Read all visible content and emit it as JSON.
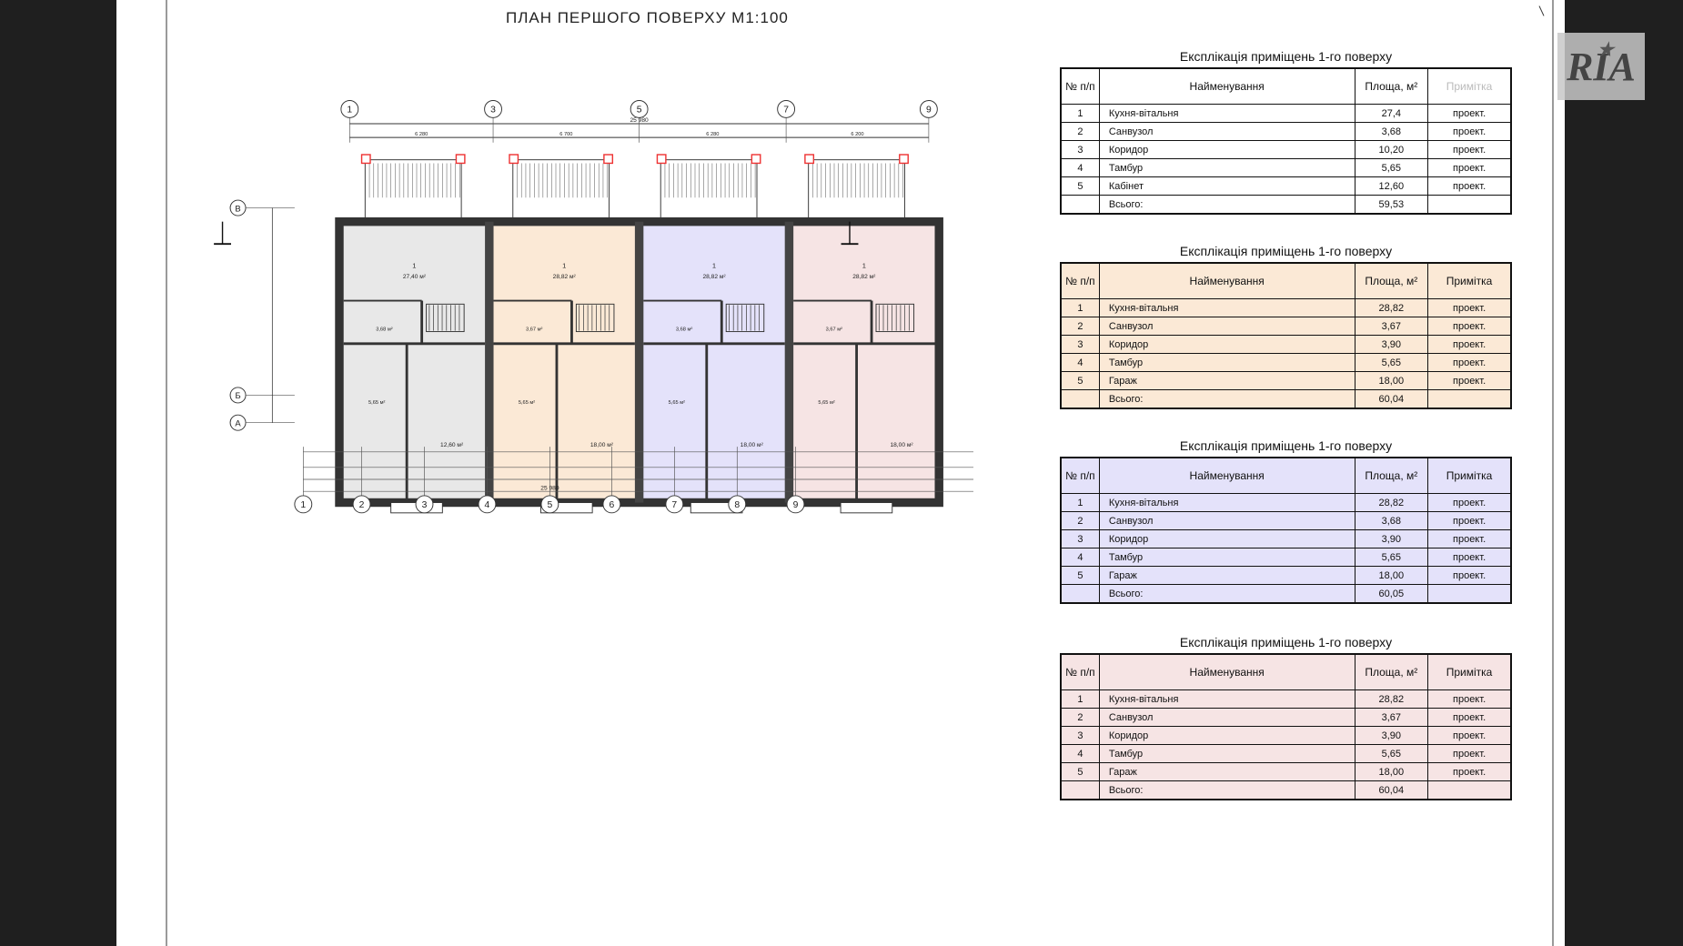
{
  "plan": {
    "title": "ПЛАН ПЕРШОГО ПОВЕРХУ  М1:100",
    "axes_top": [
      "1",
      "3",
      "5",
      "7",
      "9"
    ],
    "axes_bottom": [
      "1",
      "2",
      "3",
      "4",
      "5",
      "6",
      "7",
      "8",
      "9"
    ],
    "axes_side": [
      "В",
      "Б",
      "А"
    ],
    "overall_dim": "25 980",
    "top_dims": [
      "6 280",
      "6 700",
      "6 280",
      "6 200"
    ],
    "units": [
      {
        "color": "#e8e8e8",
        "main_room": "1",
        "main_area": "27,40 м²",
        "garage_area": "12,60 м²",
        "tambur_area": "5,65 м²",
        "wc_area": "3,68 м²"
      },
      {
        "color": "#fbe9d6",
        "main_room": "1",
        "main_area": "28,82 м²",
        "garage_area": "18,00 м²",
        "tambur_area": "5,65 м²",
        "wc_area": "3,67 м²"
      },
      {
        "color": "#e4e2fa",
        "main_room": "1",
        "main_area": "28,82 м²",
        "garage_area": "18,00 м²",
        "tambur_area": "5,65 м²",
        "wc_area": "3,68 м²"
      },
      {
        "color": "#f6e4e4",
        "main_room": "1",
        "main_area": "28,82 м²",
        "garage_area": "18,00 м²",
        "tambur_area": "5,65 м²",
        "wc_area": "3,67 м²"
      }
    ]
  },
  "watermark": {
    "text": "RIA"
  },
  "tables": [
    {
      "title": "Експлікація приміщень 1-го поверху",
      "color": "#ffffff",
      "headers": {
        "no": "№ п/п",
        "name": "Найменування",
        "area": "Площа, м²",
        "note": "Примітка"
      },
      "rows": [
        {
          "no": "1",
          "name": "Кухня-вітальня",
          "area": "27,4",
          "note": "проект."
        },
        {
          "no": "2",
          "name": "Санвузол",
          "area": "3,68",
          "note": "проект."
        },
        {
          "no": "3",
          "name": "Коридор",
          "area": "10,20",
          "note": "проект."
        },
        {
          "no": "4",
          "name": "Тамбур",
          "area": "5,65",
          "note": "проект."
        },
        {
          "no": "5",
          "name": "Кабінет",
          "area": "12,60",
          "note": "проект."
        },
        {
          "no": "",
          "name": "Всього:",
          "area": "59,53",
          "note": ""
        }
      ]
    },
    {
      "title": "Експлікація приміщень 1-го поверху",
      "color": "#fbe9d6",
      "headers": {
        "no": "№ п/п",
        "name": "Найменування",
        "area": "Площа, м²",
        "note": "Примітка"
      },
      "rows": [
        {
          "no": "1",
          "name": "Кухня-вітальня",
          "area": "28,82",
          "note": "проект."
        },
        {
          "no": "2",
          "name": "Санвузол",
          "area": "3,67",
          "note": "проект."
        },
        {
          "no": "3",
          "name": "Коридор",
          "area": "3,90",
          "note": "проект."
        },
        {
          "no": "4",
          "name": "Тамбур",
          "area": "5,65",
          "note": "проект."
        },
        {
          "no": "5",
          "name": "Гараж",
          "area": "18,00",
          "note": "проект."
        },
        {
          "no": "",
          "name": "Всього:",
          "area": "60,04",
          "note": ""
        }
      ]
    },
    {
      "title": "Експлікація приміщень 1-го поверху",
      "color": "#e4e2fa",
      "headers": {
        "no": "№ п/п",
        "name": "Найменування",
        "area": "Площа, м²",
        "note": "Примітка"
      },
      "rows": [
        {
          "no": "1",
          "name": "Кухня-вітальня",
          "area": "28,82",
          "note": "проект."
        },
        {
          "no": "2",
          "name": "Санвузол",
          "area": "3,68",
          "note": "проект."
        },
        {
          "no": "3",
          "name": "Коридор",
          "area": "3,90",
          "note": "проект."
        },
        {
          "no": "4",
          "name": "Тамбур",
          "area": "5,65",
          "note": "проект."
        },
        {
          "no": "5",
          "name": "Гараж",
          "area": "18,00",
          "note": "проект."
        },
        {
          "no": "",
          "name": "Всього:",
          "area": "60,05",
          "note": ""
        }
      ]
    },
    {
      "title": "Експлікація приміщень 1-го поверху",
      "color": "#f6e4e4",
      "headers": {
        "no": "№ п/п",
        "name": "Найменування",
        "area": "Площа, м²",
        "note": "Примітка"
      },
      "rows": [
        {
          "no": "1",
          "name": "Кухня-вітальня",
          "area": "28,82",
          "note": "проект."
        },
        {
          "no": "2",
          "name": "Санвузол",
          "area": "3,67",
          "note": "проект."
        },
        {
          "no": "3",
          "name": "Коридор",
          "area": "3,90",
          "note": "проект."
        },
        {
          "no": "4",
          "name": "Тамбур",
          "area": "5,65",
          "note": "проект."
        },
        {
          "no": "5",
          "name": "Гараж",
          "area": "18,00",
          "note": "проект."
        },
        {
          "no": "",
          "name": "Всього:",
          "area": "60,04",
          "note": ""
        }
      ]
    }
  ]
}
